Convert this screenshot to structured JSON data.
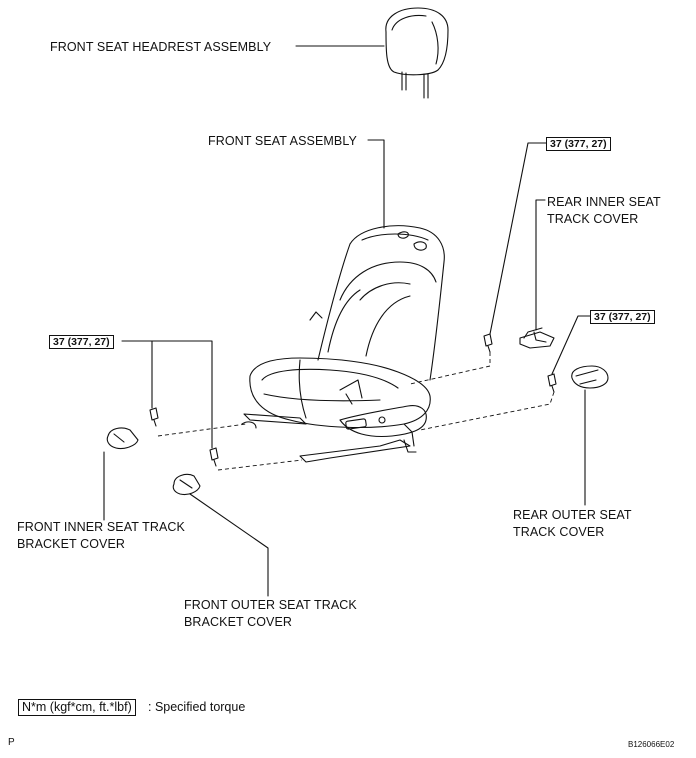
{
  "labels": {
    "headrest": "FRONT SEAT HEADREST ASSEMBLY",
    "seat_assembly": "FRONT SEAT ASSEMBLY",
    "rear_inner_cover": [
      "REAR  INNER SEAT",
      "TRACK COVER"
    ],
    "rear_outer_cover": [
      "REAR OUTER SEAT",
      "TRACK COVER"
    ],
    "front_inner_bracket": [
      "FRONT INNER SEAT TRACK",
      "BRACKET COVER"
    ],
    "front_outer_bracket": [
      "FRONT OUTER SEAT TRACK",
      "BRACKET COVER"
    ]
  },
  "torque_labels": {
    "rear_inner": "37 (377, 27)",
    "rear_outer": "37 (377, 27)",
    "front": "37 (377, 27)"
  },
  "legend": {
    "box": "N*m (kgf*cm, ft.*lbf)",
    "text": ": Specified torque"
  },
  "footer": {
    "left": "P",
    "code": "B126066E02"
  }
}
